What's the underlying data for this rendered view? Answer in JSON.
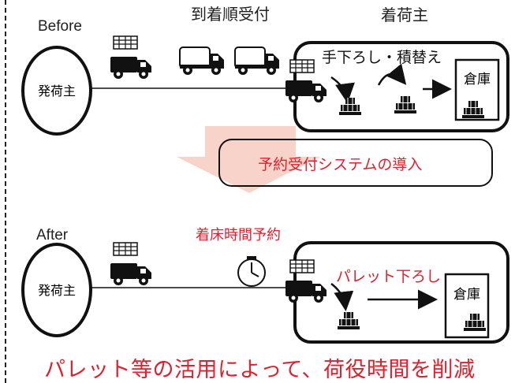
{
  "before": {
    "label": "Before",
    "arrival_order_label": "到着順受付",
    "consignee_label": "着荷主",
    "shipper_label": "発荷主",
    "unload_reload_label": "手下ろし・積替え",
    "warehouse_label": "倉庫"
  },
  "transition": {
    "system_label": "予約受付システムの導入"
  },
  "after": {
    "label": "After",
    "berth_time_label": "着床時間予約",
    "shipper_label": "発荷主",
    "pallet_unload_label": "パレット下ろし",
    "warehouse_label": "倉庫"
  },
  "footer": {
    "text": "パレット等の活用によって、荷役時間を削減"
  },
  "colors": {
    "accent_red": "#e0202e",
    "pink_fill": "#f8d3c9",
    "ink": "#111111"
  }
}
